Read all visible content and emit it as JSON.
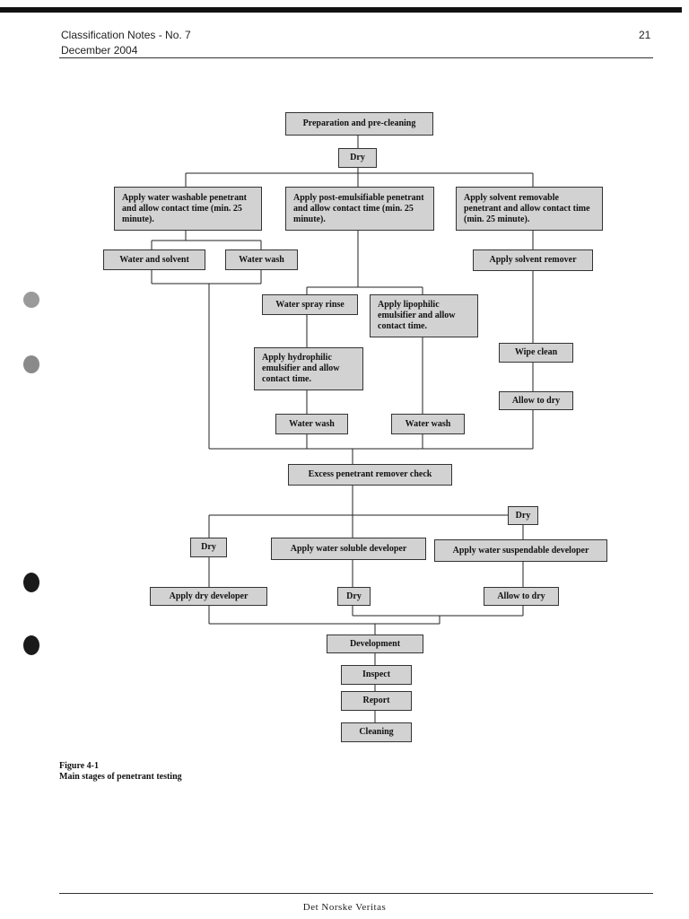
{
  "header": {
    "title": "Classification Notes - No. 7",
    "page_number": "21",
    "date": "December 2004"
  },
  "flowchart": {
    "nodes": {
      "prep": "Preparation and pre-cleaning",
      "dry1": "Dry",
      "water_washable": "Apply water washable penetrant and allow contact time (min. 25 minute).",
      "post_emulsifiable": "Apply post-emulsifiable penetrant and allow contact time (min. 25 minute).",
      "solvent_removable": "Apply solvent removable penetrant and allow contact time (min. 25 minute).",
      "water_solvent": "Water and solvent",
      "water_wash1": "Water wash",
      "apply_solvent_remover": "Apply solvent remover",
      "water_spray_rinse": "Water spray rinse",
      "lipophilic": "Apply lipophilic emulsifier and allow contact time.",
      "hydrophilic": "Apply hydrophilic emulsifier and allow contact time.",
      "wipe_clean": "Wipe clean",
      "allow_dry1": "Allow to dry",
      "water_wash2": "Water wash",
      "water_wash3": "Water wash",
      "excess_check": "Excess penetrant remover check",
      "dry_right": "Dry",
      "dry_left": "Dry",
      "water_soluble_dev": "Apply water soluble developer",
      "water_suspendable_dev": "Apply water suspendable developer",
      "dry_developer": "Apply dry developer",
      "dry_mid": "Dry",
      "allow_dry2": "Allow to dry",
      "development": "Development",
      "inspect": "Inspect",
      "report": "Report",
      "cleaning": "Cleaning"
    }
  },
  "caption": {
    "figure": "Figure 4-1",
    "text": "Main stages of penetrant testing"
  },
  "footer": "Det Norske Veritas"
}
